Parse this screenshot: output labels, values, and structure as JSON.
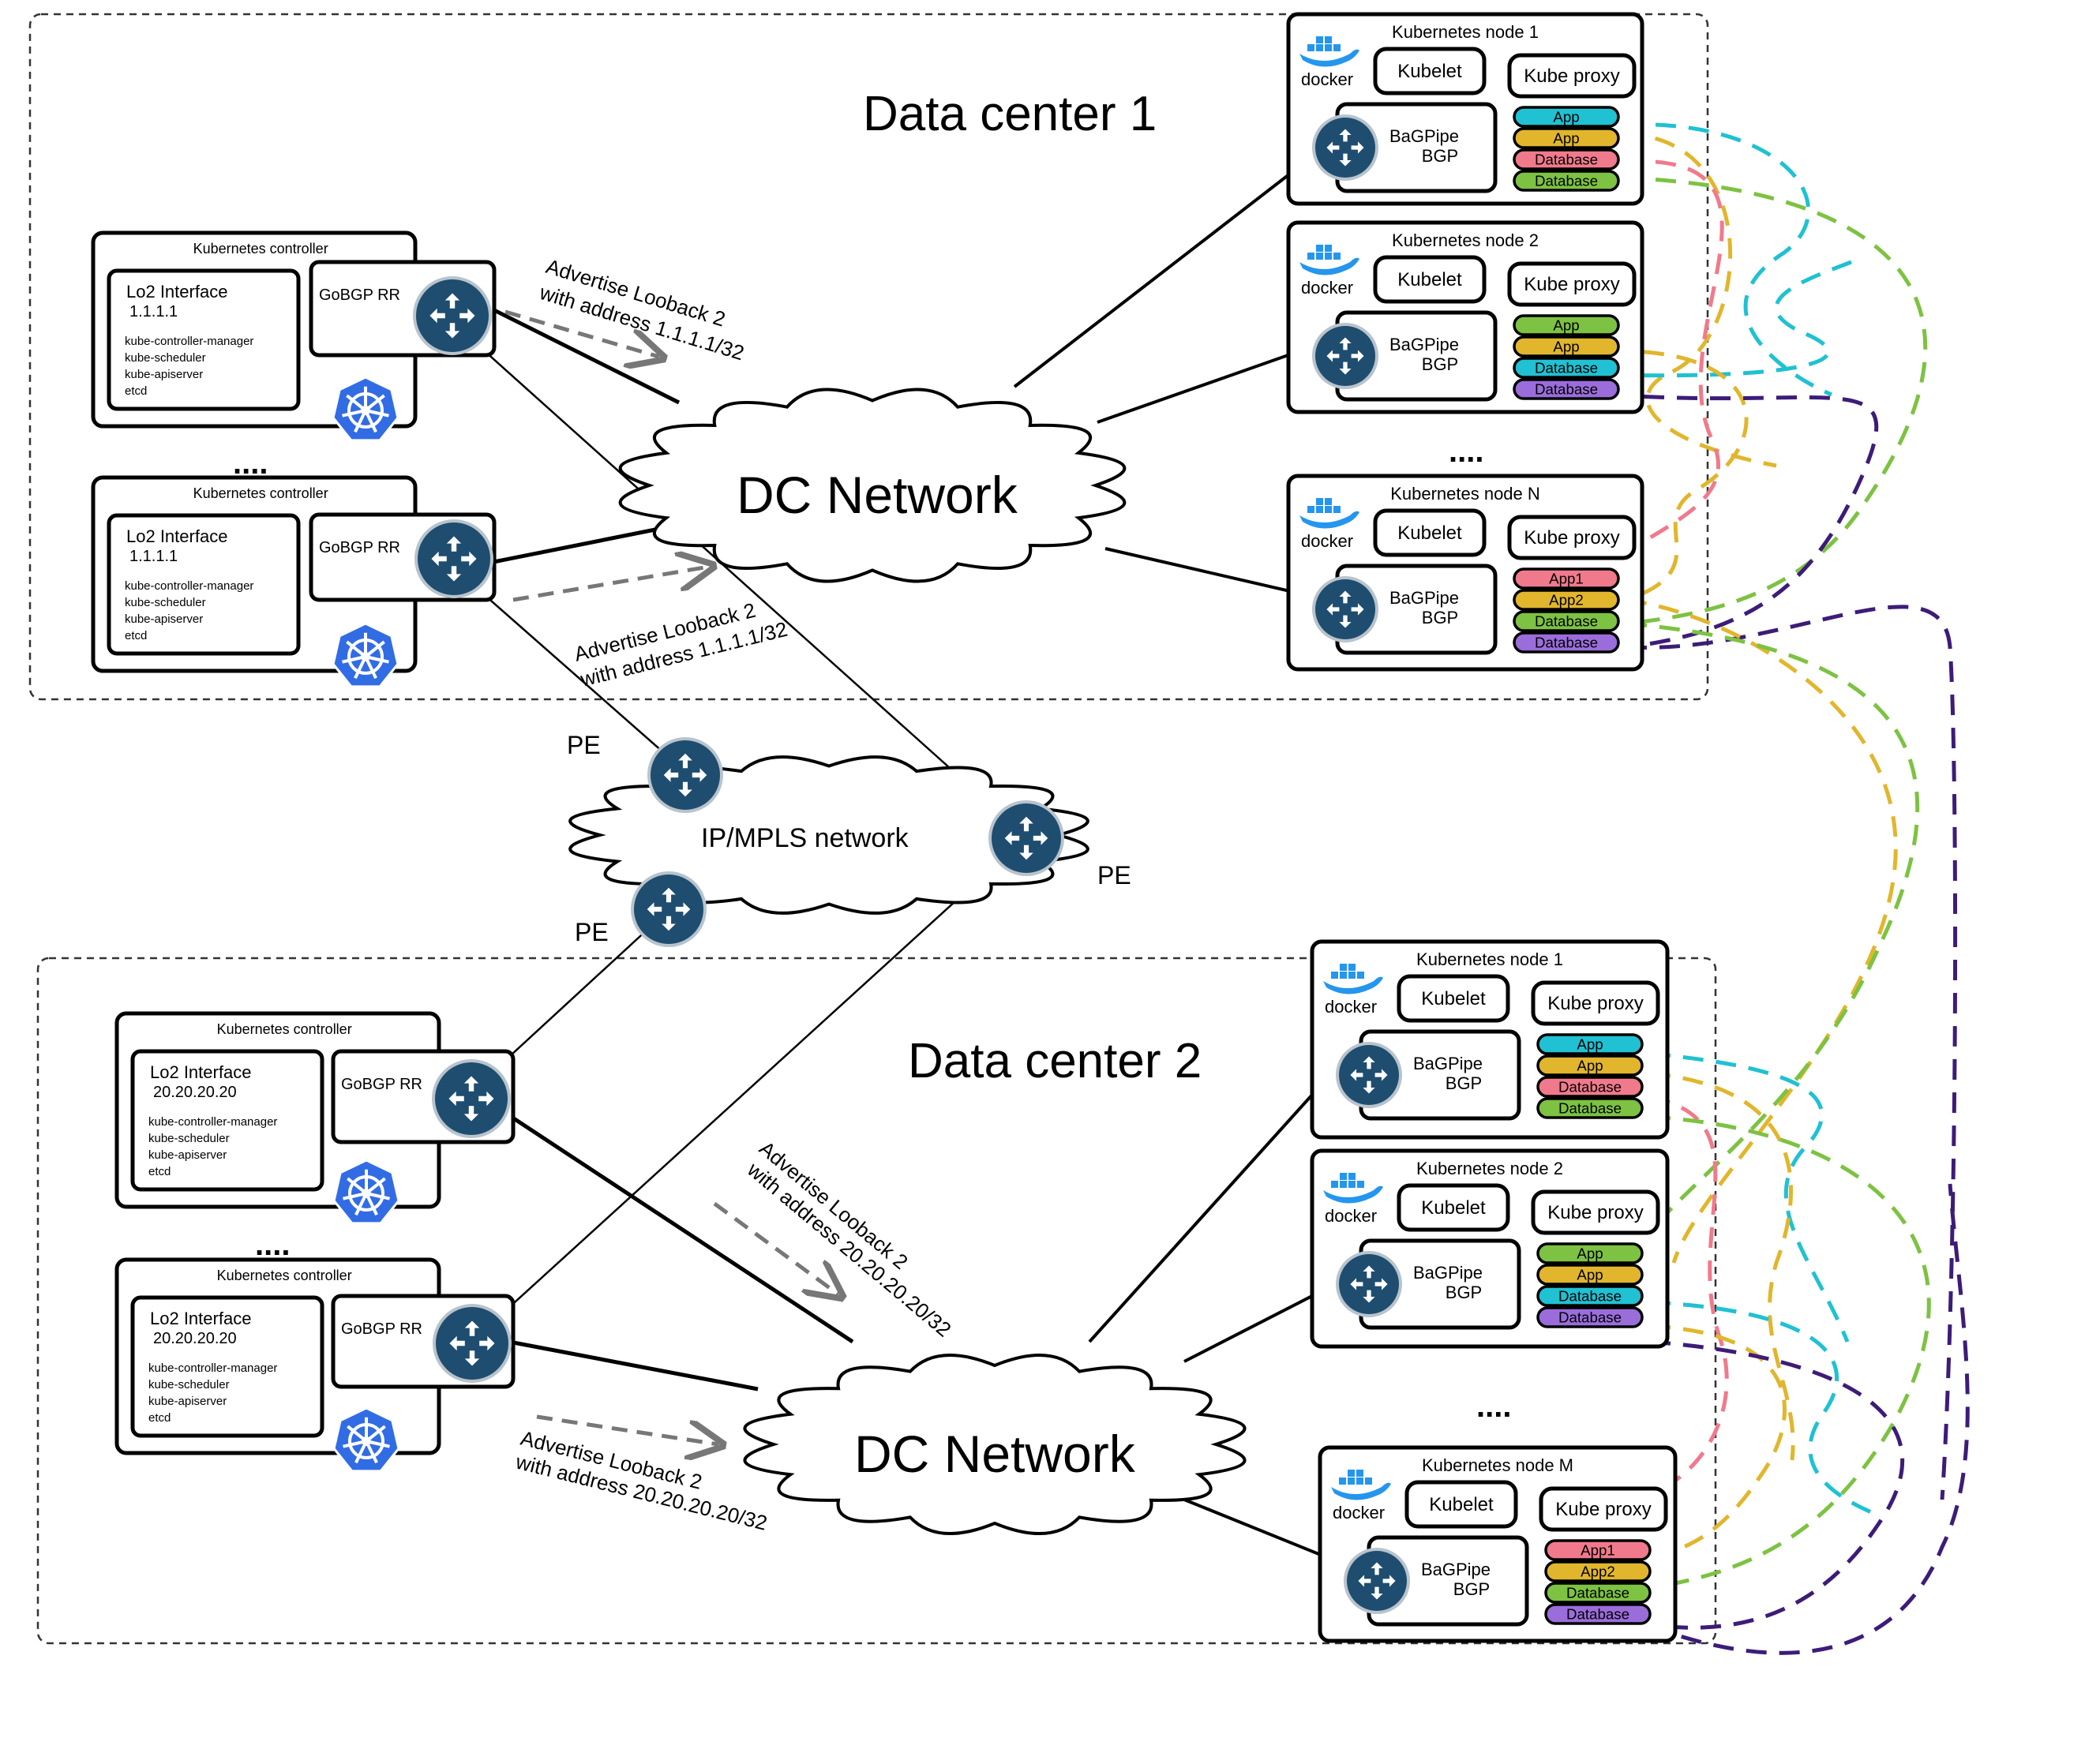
{
  "colors": {
    "cyan": "#1fc1d2",
    "yellow": "#e1b62d",
    "pink": "#f07a8c",
    "green": "#7dc242",
    "purple": "#9a6ddb",
    "purple_dark": "#3d1c78",
    "router": "#1e4d70",
    "k8s": "#326ce5",
    "docker": "#2496ed"
  },
  "dc1": {
    "title": "Data center 1",
    "network": "DC Network",
    "controllers": [
      {
        "title": "Kubernetes controller",
        "lo2_title": "Lo2 Interface",
        "lo2_addr": "1.1.1.1",
        "procs": [
          "kube-controller-manager",
          "kube-scheduler",
          "kube-apiserver",
          "etcd"
        ],
        "rr": "GoBGP RR"
      },
      {
        "title": "Kubernetes controller",
        "lo2_title": "Lo2 Interface",
        "lo2_addr": "1.1.1.1",
        "procs": [
          "kube-controller-manager",
          "kube-scheduler",
          "kube-apiserver",
          "etcd"
        ],
        "rr": "GoBGP RR"
      }
    ],
    "ellipsis_ctrl": "....",
    "ellipsis_nodes": "....",
    "adv_top": [
      "Advertise Looback 2",
      "with address 1.1.1.1/32"
    ],
    "adv_bottom": [
      "Advertise Looback 2",
      "with address 1.1.1.1/32"
    ],
    "nodes": [
      {
        "title": "Kubernetes node 1",
        "kubelet": "Kubelet",
        "proxy": "Kube proxy",
        "bgp": [
          "BaGPipe",
          "BGP"
        ],
        "docker": "docker",
        "pods": [
          "App",
          "App",
          "Database",
          "Database"
        ]
      },
      {
        "title": "Kubernetes node 2",
        "kubelet": "Kubelet",
        "proxy": "Kube proxy",
        "bgp": [
          "BaGPipe",
          "BGP"
        ],
        "docker": "docker",
        "pods": [
          "App",
          "App",
          "Database",
          "Database"
        ]
      },
      {
        "title": "Kubernetes node N",
        "kubelet": "Kubelet",
        "proxy": "Kube proxy",
        "bgp": [
          "BaGPipe",
          "BGP"
        ],
        "docker": "docker",
        "pods": [
          "App1",
          "App2",
          "Database",
          "Database"
        ]
      }
    ]
  },
  "mpls": {
    "label": "IP/MPLS network",
    "pe_labels": [
      "PE",
      "PE",
      "PE"
    ]
  },
  "dc2": {
    "title": "Data center 2",
    "network": "DC Network",
    "controllers": [
      {
        "title": "Kubernetes controller",
        "lo2_title": "Lo2 Interface",
        "lo2_addr": "20.20.20.20",
        "procs": [
          "kube-controller-manager",
          "kube-scheduler",
          "kube-apiserver",
          "etcd"
        ],
        "rr": "GoBGP RR"
      },
      {
        "title": "Kubernetes controller",
        "lo2_title": "Lo2 Interface",
        "lo2_addr": "20.20.20.20",
        "procs": [
          "kube-controller-manager",
          "kube-scheduler",
          "kube-apiserver",
          "etcd"
        ],
        "rr": "GoBGP RR"
      }
    ],
    "ellipsis_ctrl": "....",
    "ellipsis_nodes": "....",
    "adv_top": [
      "Advertise Looback 2",
      "with address 20.20.20.20/32"
    ],
    "adv_bottom": [
      "Advertise Looback 2",
      "with address 20.20.20.20/32"
    ],
    "nodes": [
      {
        "title": "Kubernetes node 1",
        "kubelet": "Kubelet",
        "proxy": "Kube proxy",
        "bgp": [
          "BaGPipe",
          "BGP"
        ],
        "docker": "docker",
        "pods": [
          "App",
          "App",
          "Database",
          "Database"
        ]
      },
      {
        "title": "Kubernetes node 2",
        "kubelet": "Kubelet",
        "proxy": "Kube proxy",
        "bgp": [
          "BaGPipe",
          "BGP"
        ],
        "docker": "docker",
        "pods": [
          "App",
          "App",
          "Database",
          "Database"
        ]
      },
      {
        "title": "Kubernetes node M",
        "kubelet": "Kubelet",
        "proxy": "Kube proxy",
        "bgp": [
          "BaGPipe",
          "BGP"
        ],
        "docker": "docker",
        "pods": [
          "App1",
          "App2",
          "Database",
          "Database"
        ]
      }
    ]
  }
}
